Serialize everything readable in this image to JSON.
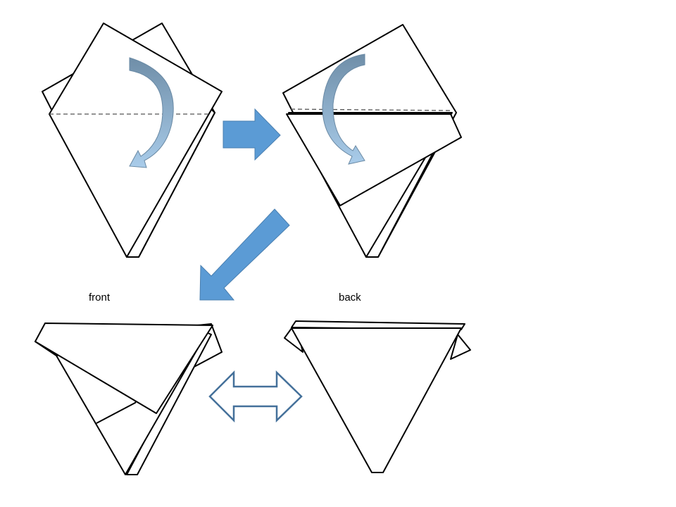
{
  "captions": {
    "front": "front",
    "back": "back"
  },
  "colors": {
    "arrow_fill": "#5b9bd5",
    "arrow_stroke": "#4a7fb0",
    "curl_dark": "#6f8ea8",
    "curl_light": "#a9ccea",
    "double_arrow": "#44709a"
  },
  "icons": {
    "step_arrow": "right-arrow",
    "transition_arrow": "down-left-arrow",
    "flip_arrow": "left-right-double-arrow",
    "fold_curl": "curved-fold-arrow"
  }
}
